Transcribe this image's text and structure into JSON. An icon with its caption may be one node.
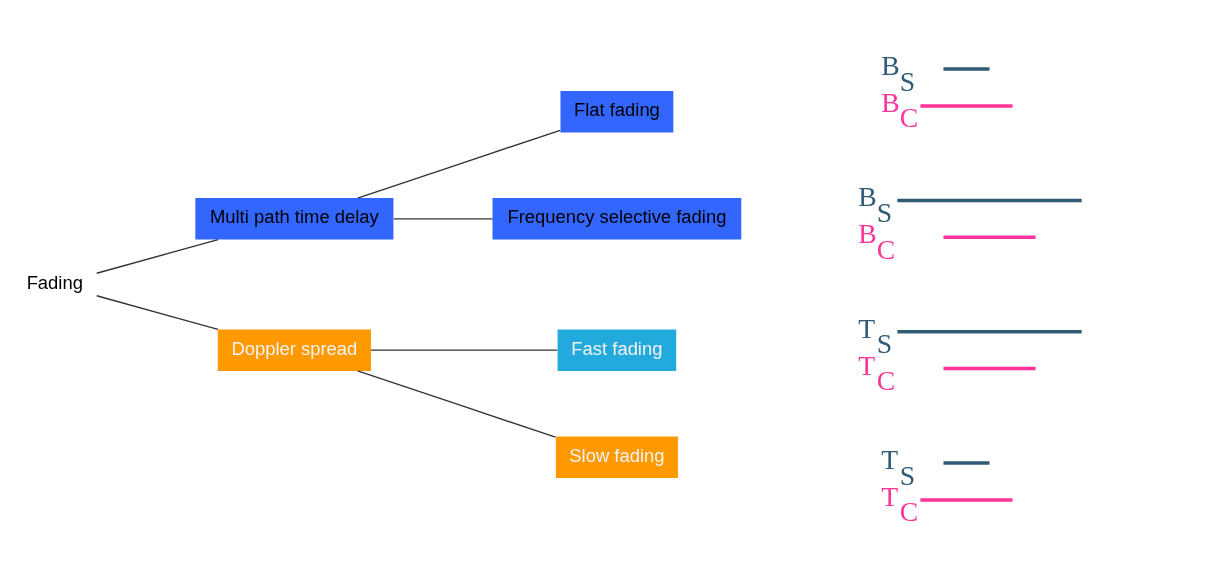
{
  "diagram": {
    "nodes": [
      {
        "text": [
          "Fading"
        ]
      },
      {
        "text": [
          "Multi path time delay"
        ]
      },
      {
        "text": [
          "Flat fading"
        ]
      },
      {
        "text": [
          "Frequency selective fading"
        ]
      },
      {
        "text": [
          "Doppler spread"
        ]
      },
      {
        "text": [
          "Fast fading"
        ]
      },
      {
        "text": [
          "Slow fading"
        ]
      }
    ],
    "edges": [
      {
        "from": 0,
        "to": 1,
        "arrow": "none"
      },
      {
        "from": 0,
        "to": 4,
        "arrow": "none"
      },
      {
        "from": 1,
        "to": 2,
        "arrow": "none"
      },
      {
        "from": 1,
        "to": 3,
        "arrow": "none"
      },
      {
        "from": 4,
        "to": 5,
        "arrow": "none"
      },
      {
        "from": 4,
        "to": 6,
        "arrow": "none"
      }
    ],
    "labels": [
      "B$_{S}$",
      "B$_{C}$",
      "B$_{S}$",
      "B$_{C}$",
      "T$_{S}$",
      "T$_{C}$",
      "T$_{S}$",
      "T$_{C}$"
    ]
  }
}
